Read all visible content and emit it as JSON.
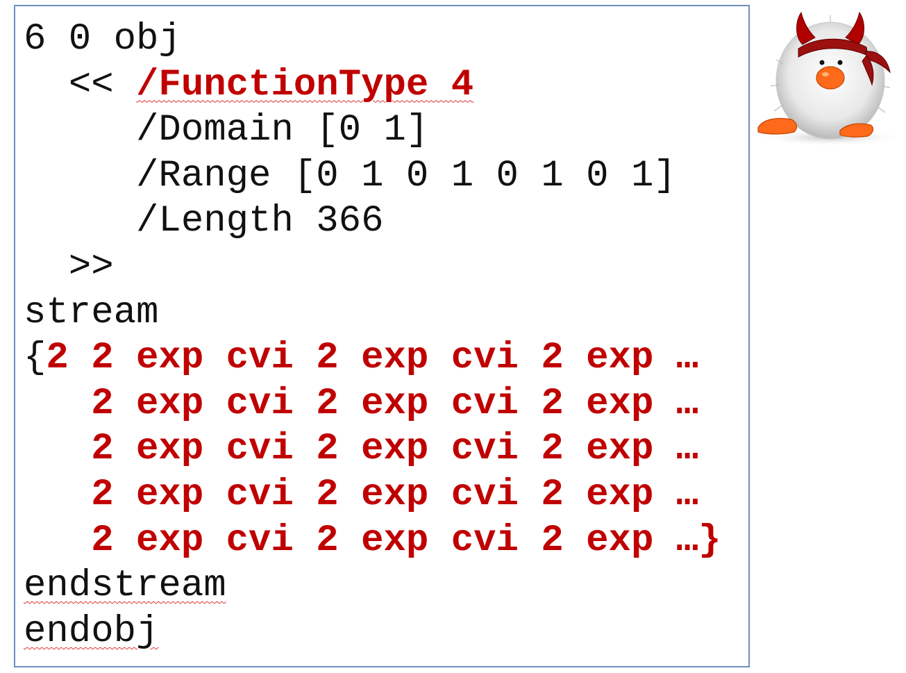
{
  "code": {
    "lines": [
      {
        "indent": "",
        "segments": [
          {
            "text": "6 0 obj",
            "style": "plain"
          }
        ]
      },
      {
        "indent": "  ",
        "segments": [
          {
            "text": "<< ",
            "style": "plain"
          },
          {
            "text": "/FunctionType 4",
            "style": "red-spell"
          }
        ]
      },
      {
        "indent": "     ",
        "segments": [
          {
            "text": "/Domain [0 1]",
            "style": "plain"
          }
        ]
      },
      {
        "indent": "     ",
        "segments": [
          {
            "text": "/Range [0 1 0 1 0 1 0 1]",
            "style": "plain"
          }
        ]
      },
      {
        "indent": "     ",
        "segments": [
          {
            "text": "/Length 366",
            "style": "plain"
          }
        ]
      },
      {
        "indent": "  ",
        "segments": [
          {
            "text": ">>",
            "style": "plain"
          }
        ]
      },
      {
        "indent": "",
        "segments": [
          {
            "text": "stream",
            "style": "plain"
          }
        ]
      },
      {
        "indent": "",
        "segments": [
          {
            "text": "{",
            "style": "plain"
          },
          {
            "text": "2 2 exp cvi 2 exp cvi 2 exp …",
            "style": "red"
          }
        ]
      },
      {
        "indent": "   ",
        "segments": [
          {
            "text": "2 exp cvi 2 exp cvi 2 exp …",
            "style": "red"
          }
        ]
      },
      {
        "indent": "   ",
        "segments": [
          {
            "text": "2 exp cvi 2 exp cvi 2 exp …",
            "style": "red"
          }
        ]
      },
      {
        "indent": "   ",
        "segments": [
          {
            "text": "2 exp cvi 2 exp cvi 2 exp …",
            "style": "red"
          }
        ]
      },
      {
        "indent": "   ",
        "segments": [
          {
            "text": "2 exp cvi 2 exp cvi 2 exp …}",
            "style": "red"
          }
        ]
      },
      {
        "indent": "",
        "segments": [
          {
            "text": "endstream",
            "style": "plain-spell"
          }
        ]
      },
      {
        "indent": "",
        "segments": [
          {
            "text": "endobj",
            "style": "plain-spell"
          }
        ]
      }
    ]
  },
  "mascot": {
    "icon": "devil-fluffy-creature-icon"
  },
  "colors": {
    "code_red": "#c00000",
    "code_text": "#111111",
    "box_border": "#6d8ebf",
    "spell_underline": "#e03030"
  }
}
